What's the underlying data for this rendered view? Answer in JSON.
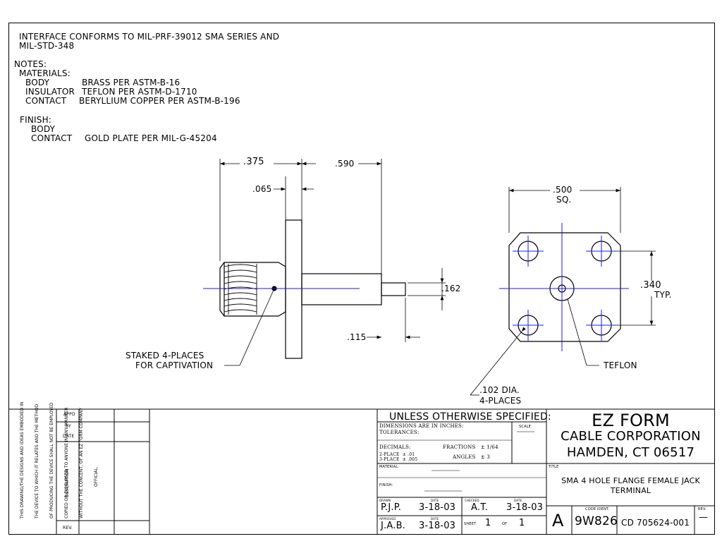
{
  "header": {
    "interface_line1": "INTERFACE CONFORMS TO MIL-PRF-39012 SMA SERIES AND",
    "interface_line2": "MIL-STD-348"
  },
  "notes": {
    "title": "NOTES:",
    "materials_title": "MATERIALS:",
    "materials": [
      {
        "part": "BODY",
        "spec": "BRASS PER ASTM-B-16"
      },
      {
        "part": "INSULATOR",
        "spec": "TEFLON PER ASTM-D-1710"
      },
      {
        "part": "CONTACT",
        "spec": "BERYLLIUM COPPER PER ASTM-B-196"
      }
    ],
    "finish_title": "FINISH:",
    "finish": [
      {
        "part": "BODY",
        "spec": ""
      },
      {
        "part": "CONTACT",
        "spec": "GOLD PLATE PER MIL-G-45204"
      }
    ]
  },
  "dimensions": {
    "d375": ".375",
    "d590": ".590",
    "d065": ".065",
    "d162": ".162",
    "d115": ".115",
    "d500": ".500",
    "sq": "SQ.",
    "d340": ".340",
    "typ": "TYP.",
    "hole_dia": ".102 DIA.",
    "hole_places": "4-PLACES"
  },
  "callouts": {
    "staked_line1": "STAKED 4-PLACES",
    "staked_line2": "FOR CAPTIVATION",
    "teflon": "TEFLON"
  },
  "revision_block": {
    "appd": "APPD",
    "by": "BY",
    "date": "DATE",
    "description": "DESCRIPTION",
    "rev": "REV.",
    "legal": [
      "THIS DRAWING/THE DESIGNS AND IDEAS EMBODIED IN",
      "THE DEVICE TO WHICH IT RELATES AND THE METHOD",
      "OF PRODUCING THE DEVICE SHALL NOT BE EMPLOYED",
      "COPIED OR DISCLOSED TO ANYONE IN ANY MANNER",
      "WITHOUT THE CONCENT, OF AN EZ FORM COMPANY",
      "OFFICIAL."
    ]
  },
  "tolerance_block": {
    "heading": "UNLESS OTHERWISE SPECIFIED:",
    "dims_inches": "DIMENSIONS ARE IN INCHES:",
    "tolerances": "TOLERANCES:",
    "scale": "SCALE",
    "decimals": "DECIMALS:",
    "two_place": "2-PLACE  ± .01",
    "three_place": "3-PLACE  ± .005",
    "fractions": "FRACTIONS   ± 1/64",
    "angles": "ANGLES   ± 3",
    "material": "MATERIAL:",
    "finish": "FINISH:",
    "drawn_label": "DRAWN",
    "date_label": "DATE",
    "checked_label": "CHECKED",
    "approved_label": "APPROVED",
    "drawn_by": "P.J.P.",
    "drawn_date": "3-18-03",
    "checked_by": "A.T.",
    "checked_date": "3-18-03",
    "approved_by": "J.A.B.",
    "approved_date": "3-18-03",
    "sheet_label": "SHEET",
    "sheet_num": "1",
    "of_label": "OF",
    "sheet_total": "1"
  },
  "company_block": {
    "name": "EZ FORM",
    "line2": "CABLE CORPORATION",
    "line3": "HAMDEN, CT 06517",
    "title_label": "TITLE",
    "title_line1": "SMA 4 HOLE FLANGE FEMALE JACK",
    "title_line2": "TERMINAL",
    "size": "A",
    "code_ident_label": "CODE IDENT.",
    "code_ident": "9W826",
    "dwg_no": "CD 705624-001",
    "rev_label": "REV.",
    "rev_value": "—"
  },
  "colors": {
    "centerline": "#1a1aff",
    "ink": "#000000"
  }
}
